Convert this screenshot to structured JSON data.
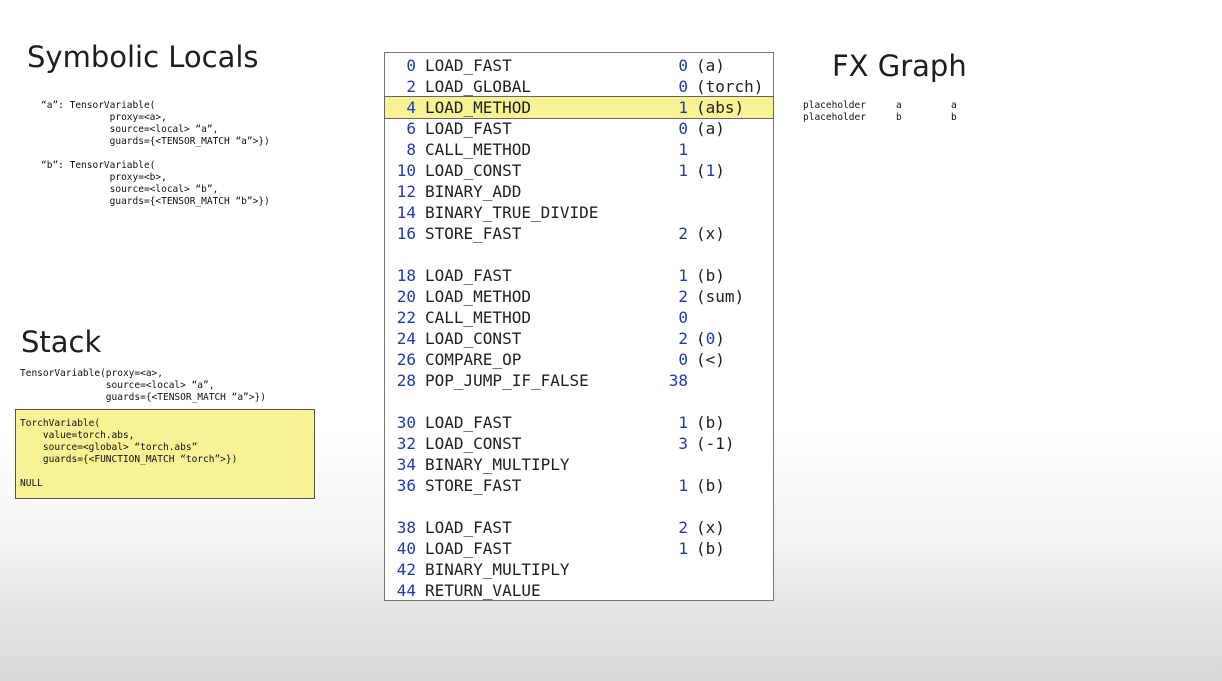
{
  "symbolic_locals": {
    "title": "Symbolic Locals",
    "text": "“a”: TensorVariable(\n            proxy=<a>,\n            source=<local> “a”,\n            guards={<TENSOR_MATCH “a”>})\n\n“b”: TensorVariable(\n            proxy=<b>,\n            source=<local> “b”,\n            guards={<TENSOR_MATCH “b”>})"
  },
  "stack": {
    "title": "Stack",
    "plain_text": "TensorVariable(proxy=<a>,\n               source=<local> “a”,\n               guards={<TENSOR_MATCH “a”>})",
    "highlighted_text": "TorchVariable(\n    value=torch.abs,\n    source=<global> “torch.abs”\n    guards={<FUNCTION_MATCH “torch”>})\n\nNULL",
    "highlight_color": "#f7f294"
  },
  "bytecode": {
    "highlight_color": "#f7f294",
    "number_color": "#1f3ab5",
    "instructions": [
      {
        "offset": "0",
        "opname": "LOAD_FAST",
        "arg": "0",
        "argrepr": "(a)",
        "highlighted": false
      },
      {
        "offset": "2",
        "opname": "LOAD_GLOBAL",
        "arg": "0",
        "argrepr": "(torch)",
        "highlighted": false
      },
      {
        "offset": "4",
        "opname": "LOAD_METHOD",
        "arg": "1",
        "argrepr": "(abs)",
        "highlighted": true
      },
      {
        "offset": "6",
        "opname": "LOAD_FAST",
        "arg": "0",
        "argrepr": "(a)",
        "highlighted": false
      },
      {
        "offset": "8",
        "opname": "CALL_METHOD",
        "arg": "1",
        "argrepr": "",
        "highlighted": false
      },
      {
        "offset": "10",
        "opname": "LOAD_CONST",
        "arg": "1",
        "argrepr_pre": "(",
        "argrepr_lit": "1",
        "argrepr_post": ")",
        "highlighted": false
      },
      {
        "offset": "12",
        "opname": "BINARY_ADD",
        "arg": "",
        "argrepr": "",
        "highlighted": false
      },
      {
        "offset": "14",
        "opname": "BINARY_TRUE_DIVIDE",
        "arg": "",
        "argrepr": "",
        "highlighted": false
      },
      {
        "offset": "16",
        "opname": "STORE_FAST",
        "arg": "2",
        "argrepr": "(x)",
        "highlighted": false
      },
      {
        "offset": "18",
        "opname": "LOAD_FAST",
        "arg": "1",
        "argrepr": "(b)",
        "highlighted": false
      },
      {
        "offset": "20",
        "opname": "LOAD_METHOD",
        "arg": "2",
        "argrepr": "(sum)",
        "highlighted": false
      },
      {
        "offset": "22",
        "opname": "CALL_METHOD",
        "arg": "0",
        "argrepr": "",
        "highlighted": false
      },
      {
        "offset": "24",
        "opname": "LOAD_CONST",
        "arg": "2",
        "argrepr_pre": "(",
        "argrepr_lit": "0",
        "argrepr_post": ")",
        "highlighted": false
      },
      {
        "offset": "26",
        "opname": "COMPARE_OP",
        "arg": "0",
        "argrepr": "(<)",
        "highlighted": false
      },
      {
        "offset": "28",
        "opname": "POP_JUMP_IF_FALSE",
        "arg": "38",
        "argrepr": "",
        "highlighted": false
      },
      {
        "offset": "30",
        "opname": "LOAD_FAST",
        "arg": "1",
        "argrepr": "(b)",
        "highlighted": false
      },
      {
        "offset": "32",
        "opname": "LOAD_CONST",
        "arg": "3",
        "argrepr": "(-1)",
        "highlighted": false
      },
      {
        "offset": "34",
        "opname": "BINARY_MULTIPLY",
        "arg": "",
        "argrepr": "",
        "highlighted": false
      },
      {
        "offset": "36",
        "opname": "STORE_FAST",
        "arg": "1",
        "argrepr": "(b)",
        "highlighted": false
      },
      {
        "offset": "38",
        "opname": "LOAD_FAST",
        "arg": "2",
        "argrepr": "(x)",
        "highlighted": false
      },
      {
        "offset": "40",
        "opname": "LOAD_FAST",
        "arg": "1",
        "argrepr": "(b)",
        "highlighted": false
      },
      {
        "offset": "42",
        "opname": "BINARY_MULTIPLY",
        "arg": "",
        "argrepr": "",
        "highlighted": false
      },
      {
        "offset": "44",
        "opname": "RETURN_VALUE",
        "arg": "",
        "argrepr": "",
        "highlighted": false
      }
    ]
  },
  "fx_graph": {
    "title": "FX Graph",
    "nodes": [
      {
        "op": "placeholder",
        "name": "a",
        "target": "a"
      },
      {
        "op": "placeholder",
        "name": "b",
        "target": "b"
      }
    ]
  }
}
